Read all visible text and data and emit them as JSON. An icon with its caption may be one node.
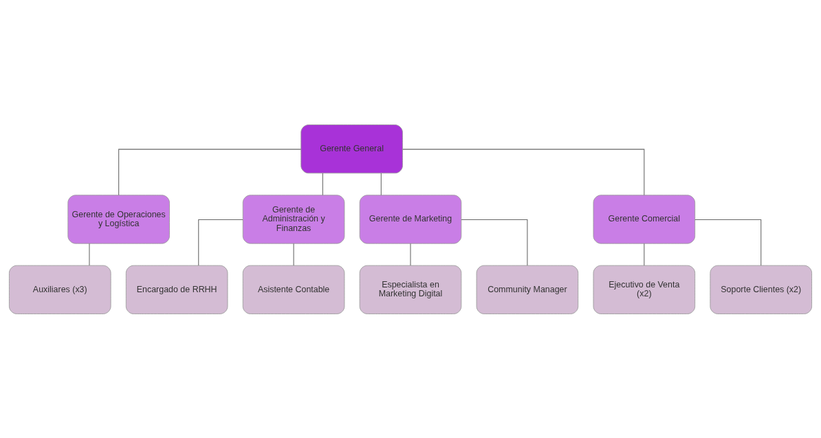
{
  "diagram": {
    "nodes": [
      {
        "text": [
          "Gerente General"
        ]
      },
      {
        "text": [
          "Gerente de Operaciones y Logística"
        ]
      },
      {
        "text": [
          "Gerente de Administración y Finanzas"
        ]
      },
      {
        "text": [
          "Gerente de Marketing"
        ]
      },
      {
        "text": [
          "Gerente Comercial"
        ]
      },
      {
        "text": [
          "Auxiliares (x3)"
        ]
      },
      {
        "text": [
          "Encargado de RRHH"
        ]
      },
      {
        "text": [
          "Asistente Contable"
        ]
      },
      {
        "text": [
          "Especialista en Marketing Digital"
        ]
      },
      {
        "text": [
          "Community Manager"
        ]
      },
      {
        "text": [
          "Ejecutivo de Venta (x2)"
        ]
      },
      {
        "text": [
          "Soporte Clientes (x2)"
        ]
      }
    ],
    "edges": [
      {
        "from": 0,
        "to": 1,
        "arrow": "none"
      },
      {
        "from": 0,
        "to": 2,
        "arrow": "none"
      },
      {
        "from": 0,
        "to": 3,
        "arrow": "none"
      },
      {
        "from": 0,
        "to": 4,
        "arrow": "none"
      },
      {
        "from": 1,
        "to": 5,
        "arrow": "none"
      },
      {
        "from": 2,
        "to": 6,
        "arrow": "none"
      },
      {
        "from": 2,
        "to": 7,
        "arrow": "none"
      },
      {
        "from": 3,
        "to": 8,
        "arrow": "none"
      },
      {
        "from": 3,
        "to": 9,
        "arrow": "none"
      },
      {
        "from": 4,
        "to": 10,
        "arrow": "none"
      },
      {
        "from": 4,
        "to": 11,
        "arrow": "none"
      }
    ]
  }
}
